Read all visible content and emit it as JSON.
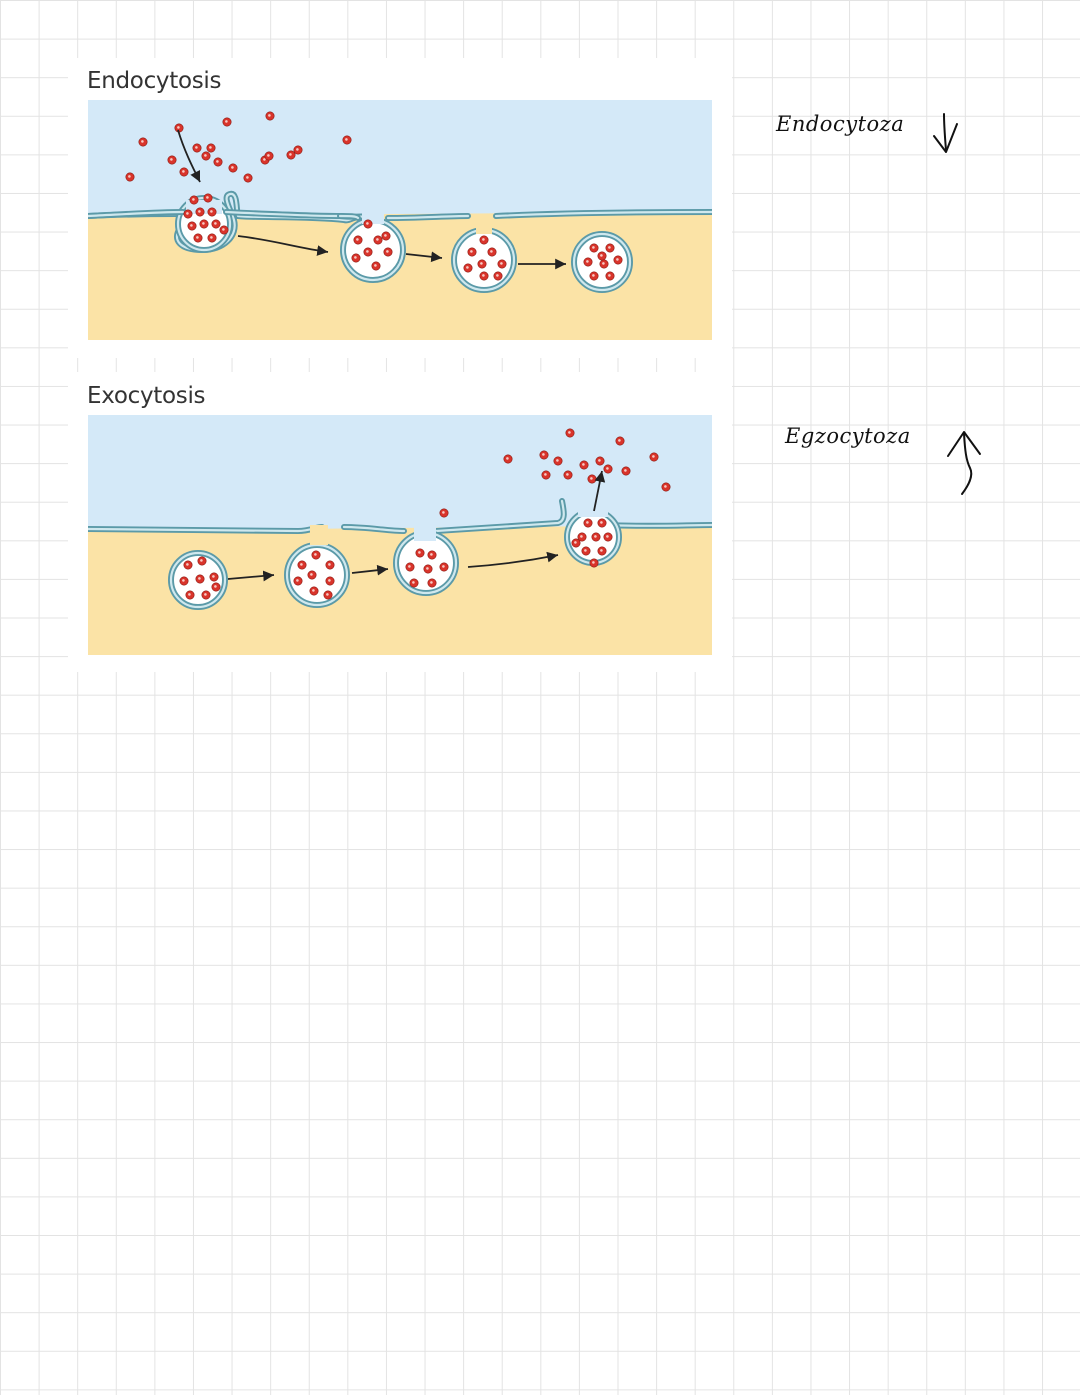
{
  "endocytosis": {
    "title": "Endocytosis",
    "note": "Endocytoza",
    "direction_icon": "down-arrow-icon"
  },
  "exocytosis": {
    "title": "Exocytosis",
    "note": "Egzocytoza",
    "direction_icon": "up-arrow-icon"
  },
  "colors": {
    "extracellular": "#d4e9f8",
    "cytoplasm": "#fbe3a6",
    "membrane": "#5b9aa8",
    "membrane_inner": "#cfe8ee",
    "molecule": "#d9342b",
    "arrow": "#222222"
  }
}
